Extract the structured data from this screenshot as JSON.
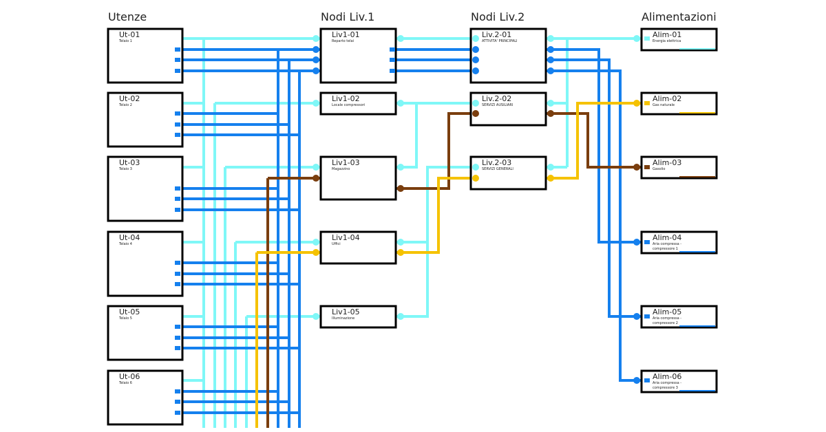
{
  "columns": {
    "utenze": "Utenze",
    "liv1": "Nodi Liv.1",
    "liv2": "Nodi Liv.2",
    "alim": "Alimentazioni"
  },
  "colors": {
    "cyan": "#7ff7f7",
    "blue": "#1580ee",
    "brown": "#7a3e0e",
    "yellow": "#f5c200"
  },
  "utenze": [
    {
      "id": "Ut-01",
      "label": "Telaio 1"
    },
    {
      "id": "Ut-02",
      "label": "Telaio 2"
    },
    {
      "id": "Ut-03",
      "label": "Telaio 3"
    },
    {
      "id": "Ut-04",
      "label": "Telaio 4"
    },
    {
      "id": "Ut-05",
      "label": "Telaio 5"
    },
    {
      "id": "Ut-06",
      "label": "Telaio 6"
    }
  ],
  "liv1": [
    {
      "id": "Liv1-01",
      "label": "Reparto telai"
    },
    {
      "id": "Liv1-02",
      "label": "Locale compressori"
    },
    {
      "id": "Liv1-03",
      "label": "Magazzino"
    },
    {
      "id": "Liv1-04",
      "label": "Uffici"
    },
    {
      "id": "Liv1-05",
      "label": "Illuminazione"
    }
  ],
  "liv2": [
    {
      "id": "Liv.2-01",
      "label": "ATTIVITA' PRINCIPALI"
    },
    {
      "id": "Liv.2-02",
      "label": "SERVIZI AUSILIARI"
    },
    {
      "id": "Liv.2-03",
      "label": "SERVIZI GENERALI"
    }
  ],
  "alim": [
    {
      "id": "Alim-01",
      "label1": "Energia elettrica",
      "label2": ""
    },
    {
      "id": "Alim-02",
      "label1": "Gas naturale",
      "label2": ""
    },
    {
      "id": "Alim-03",
      "label1": "Gasolio",
      "label2": ""
    },
    {
      "id": "Alim-04",
      "label1": "Aria compressa -",
      "label2": "compressore 1"
    },
    {
      "id": "Alim-05",
      "label1": "Aria compressa -",
      "label2": "compressore 2"
    },
    {
      "id": "Alim-06",
      "label1": "Aria compressa -",
      "label2": "compressore 3"
    }
  ]
}
